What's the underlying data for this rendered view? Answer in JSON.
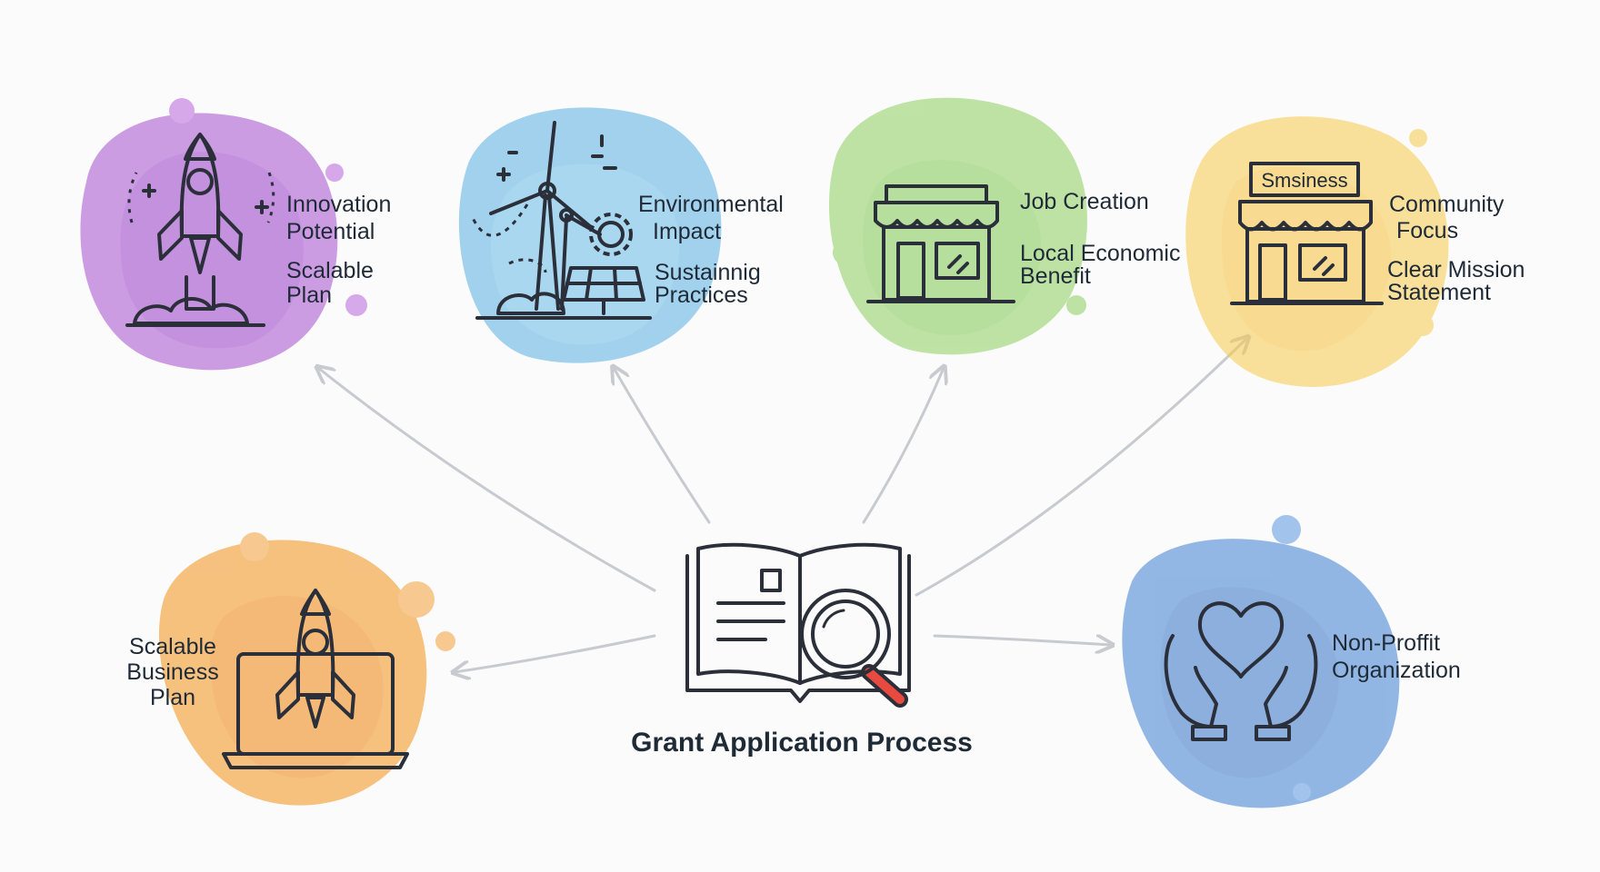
{
  "center": {
    "title": "Grant Application Process",
    "icon": "book-magnifier-icon"
  },
  "nodes": [
    {
      "id": "innovation",
      "color": "#a64fd0",
      "icon": "rocket-launch-icon",
      "labels": [
        "Innovation",
        "Potential",
        "Scalable",
        "Plan"
      ]
    },
    {
      "id": "environment",
      "color": "#4aa8e0",
      "icon": "wind-turbine-solar-icon",
      "labels": [
        "Environmental",
        "Impact",
        "Sustainnig",
        "Practices"
      ]
    },
    {
      "id": "jobs",
      "color": "#7cc44e",
      "icon": "storefront-icon",
      "labels": [
        "Job Creation",
        "Local Economic",
        "Benefit"
      ]
    },
    {
      "id": "community",
      "color": "#f5c23a",
      "icon": "storefront-sign-icon",
      "sign": "Smsiness",
      "labels": [
        "Community",
        "Focus",
        "Clear Mission",
        "Statement"
      ]
    },
    {
      "id": "business-plan",
      "color": "#f39a2b",
      "icon": "laptop-rocket-icon",
      "labels": [
        "Scalable",
        "Business",
        "Plan"
      ]
    },
    {
      "id": "nonprofit",
      "color": "#3e7fd3",
      "icon": "heart-hands-icon",
      "labels": [
        "Non-Proffit",
        "Organization"
      ]
    }
  ]
}
